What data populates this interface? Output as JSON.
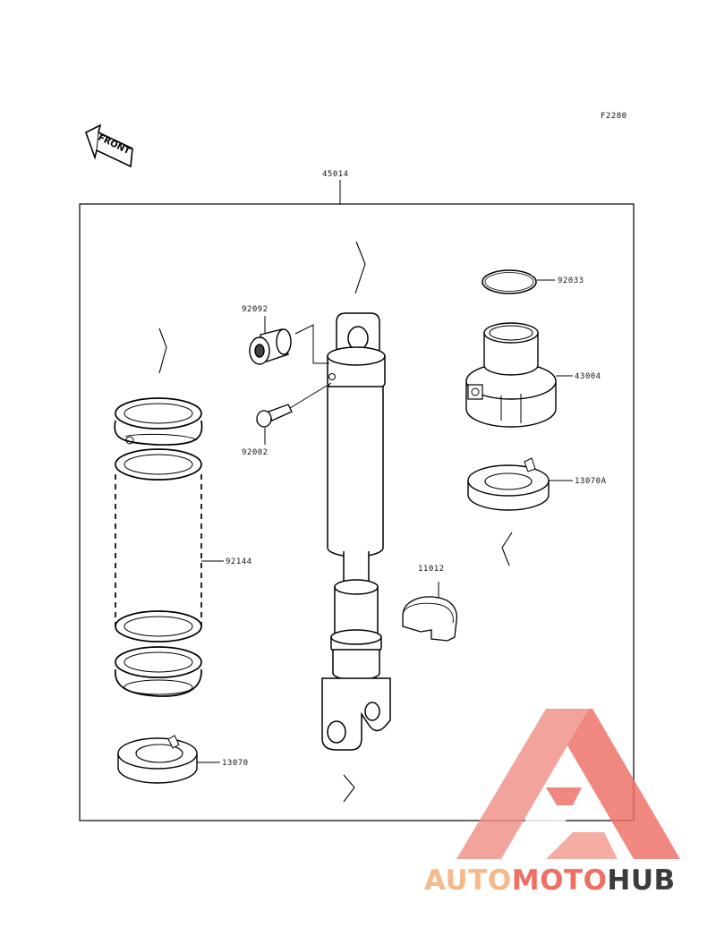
{
  "figure_code": "F2280",
  "front_label": "FRONT",
  "assembly_label": "45014",
  "parts": [
    {
      "number": "92033"
    },
    {
      "number": "43004"
    },
    {
      "number": "13070A"
    },
    {
      "number": "11012"
    },
    {
      "number": "92092"
    },
    {
      "number": "92002"
    },
    {
      "number": "92144"
    },
    {
      "number": "13070"
    }
  ],
  "watermark": {
    "part1": "AUTO",
    "part2": "MOTO",
    "part3": "HUB",
    "color_light": "#f6b98a",
    "color_red": "#ee6f64",
    "color_dark": "#3c3c3c"
  }
}
